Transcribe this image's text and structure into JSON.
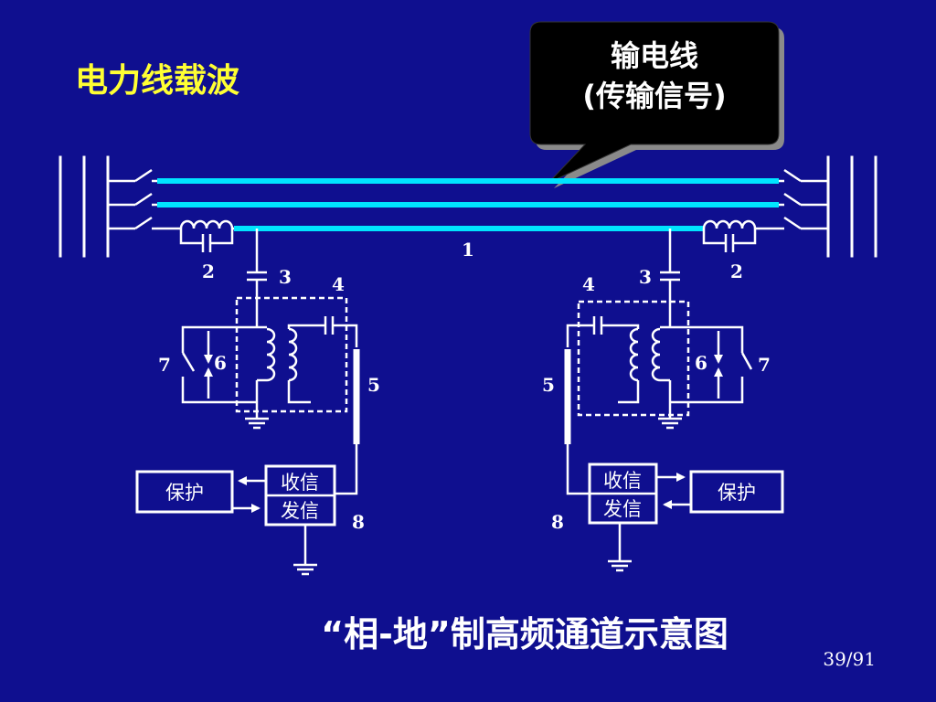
{
  "slide": {
    "title": "电力线载波",
    "callout_line1": "输电线",
    "callout_line2": "(传输信号)",
    "caption": "“相-地”制高频通道示意图",
    "page": "39/91"
  },
  "diagram": {
    "line_label": "1",
    "left": {
      "l2": "2",
      "l3": "3",
      "l4": "4",
      "l5": "5",
      "l6": "6",
      "l7": "7",
      "l8": "8",
      "protect": "保护",
      "receive": "收信",
      "send": "发信"
    },
    "right": {
      "l2": "2",
      "l3": "3",
      "l4": "4",
      "l5": "5",
      "l6": "6",
      "l7": "7",
      "l8": "8",
      "protect": "保护",
      "receive": "收信",
      "send": "发信"
    }
  },
  "colors": {
    "background": "#0f0f8f",
    "title": "#ffff33",
    "transmission_line": "#00e5ff",
    "callout_fill": "#000000",
    "callout_shadow": "#8a8a8a"
  }
}
